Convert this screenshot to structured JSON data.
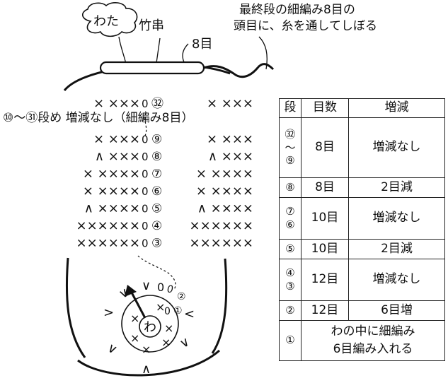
{
  "labels": {
    "wata": "わた",
    "takegushi": "竹串",
    "top_note_line1": "最終段の細編み8目の",
    "top_note_line2": "頭目に、糸を通してしぼる",
    "eight": "8目",
    "rows_note": "⑩〜㉛段め 増減なし（細編み8目）",
    "center": "わ"
  },
  "chart_rows": [
    {
      "num": "㉜",
      "left": "×  ×××",
      "right": "×  ×××"
    },
    {
      "num": "⑨",
      "left": "×  ×××",
      "right": "×  ×××"
    },
    {
      "num": "⑧",
      "left": "∧  ×××",
      "right": "∧  ×××"
    },
    {
      "num": "⑦",
      "left": "× ××××",
      "right": "× ××××"
    },
    {
      "num": "⑥",
      "left": "× ××××",
      "right": "× ××××"
    },
    {
      "num": "⑤",
      "left": "∧ ××××",
      "right": "∧ ××××"
    },
    {
      "num": "④",
      "left": "××××××",
      "right": "××××××"
    },
    {
      "num": "③",
      "left": "××××××",
      "right": "××××××"
    }
  ],
  "round_labels": {
    "r1": "①",
    "r2": "②",
    "chain": "0"
  },
  "table": {
    "headers": [
      "段",
      "目数",
      "増減"
    ],
    "rows": [
      {
        "dan": [
          "㉜",
          "〜",
          "⑨"
        ],
        "count": "8目",
        "change": "増減なし",
        "span": "triple"
      },
      {
        "dan": [
          "⑧"
        ],
        "count": "8目",
        "change": "2目減",
        "span": "single"
      },
      {
        "dan": [
          "⑦",
          "⑥"
        ],
        "count": "10目",
        "change": "増減なし",
        "span": "double"
      },
      {
        "dan": [
          "⑤"
        ],
        "count": "10目",
        "change": "2目減",
        "span": "single"
      },
      {
        "dan": [
          "④",
          "③"
        ],
        "count": "12目",
        "change": "増減なし",
        "span": "double"
      },
      {
        "dan": [
          "②"
        ],
        "count": "12目",
        "change": "6目増",
        "span": "single"
      }
    ],
    "last_row": {
      "dan": "①",
      "note_line1": "わの中に細編み",
      "note_line2": "6目編み入れる"
    }
  }
}
